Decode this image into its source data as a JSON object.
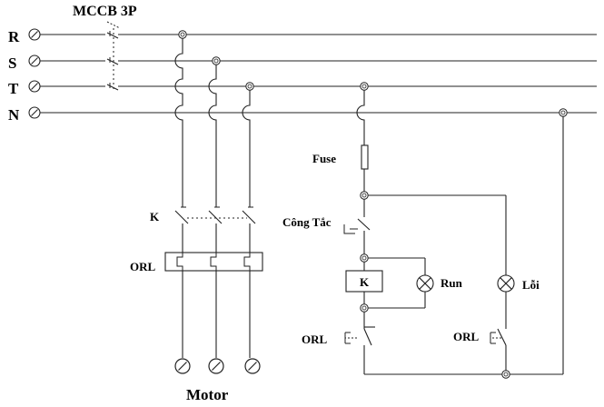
{
  "labels": {
    "phase_r": "R",
    "phase_s": "S",
    "phase_t": "T",
    "phase_n": "N",
    "mccb": "MCCB 3P",
    "contactor_main": "K",
    "orl_main": "ORL",
    "motor": "Motor",
    "fuse": "Fuse",
    "switch": "Công Tắc",
    "coil": "K",
    "run": "Run",
    "fault": "Lỗi",
    "orl_nc": "ORL",
    "orl_no": "ORL"
  }
}
